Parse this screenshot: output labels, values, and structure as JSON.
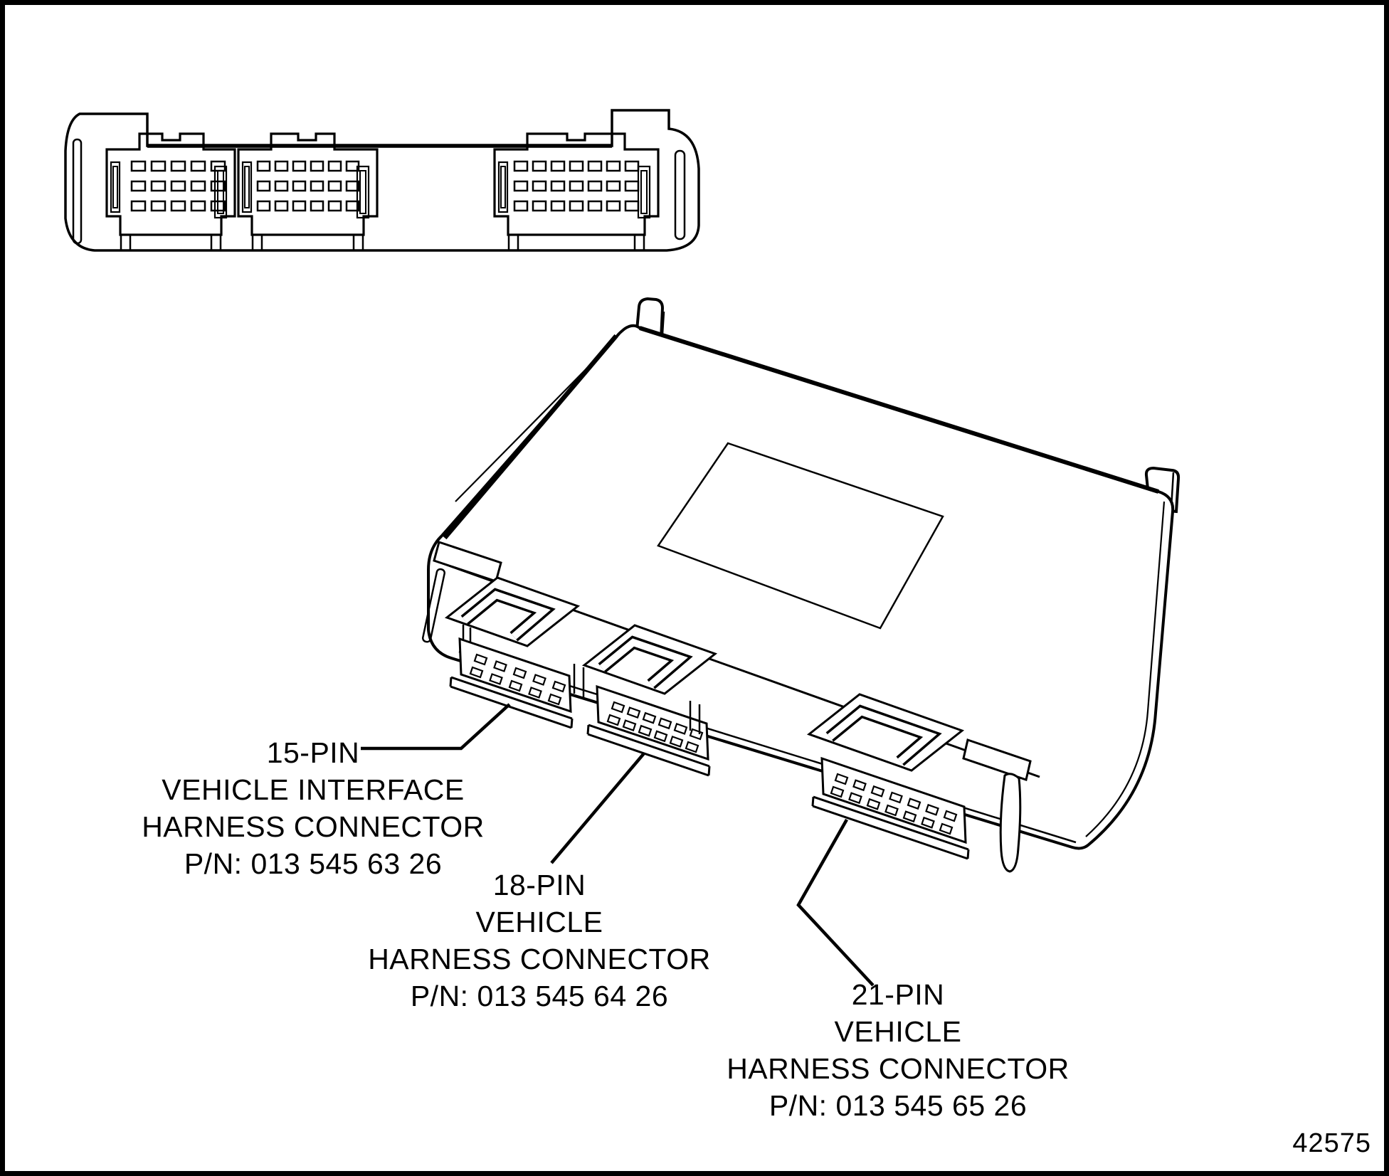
{
  "figure_number": "42575",
  "colors": {
    "line": "#000000",
    "background": "#ffffff"
  },
  "module": {
    "type": "vehicle-control-module",
    "connectors": [
      {
        "id": "c15",
        "pins": 15,
        "pin_rows": 3,
        "pin_cols": 5,
        "label_lines": [
          "15-PIN",
          "VEHICLE INTERFACE",
          "HARNESS CONNECTOR",
          "P/N: 013 545 63 26"
        ]
      },
      {
        "id": "c18",
        "pins": 18,
        "pin_rows": 3,
        "pin_cols": 6,
        "label_lines": [
          "18-PIN",
          "VEHICLE",
          "HARNESS CONNECTOR",
          "P/N: 013 545 64 26"
        ]
      },
      {
        "id": "c21",
        "pins": 21,
        "pin_rows": 3,
        "pin_cols": 7,
        "label_lines": [
          "21-PIN",
          "VEHICLE",
          "HARNESS CONNECTOR",
          "P/N: 013 545 65 26"
        ]
      }
    ]
  }
}
